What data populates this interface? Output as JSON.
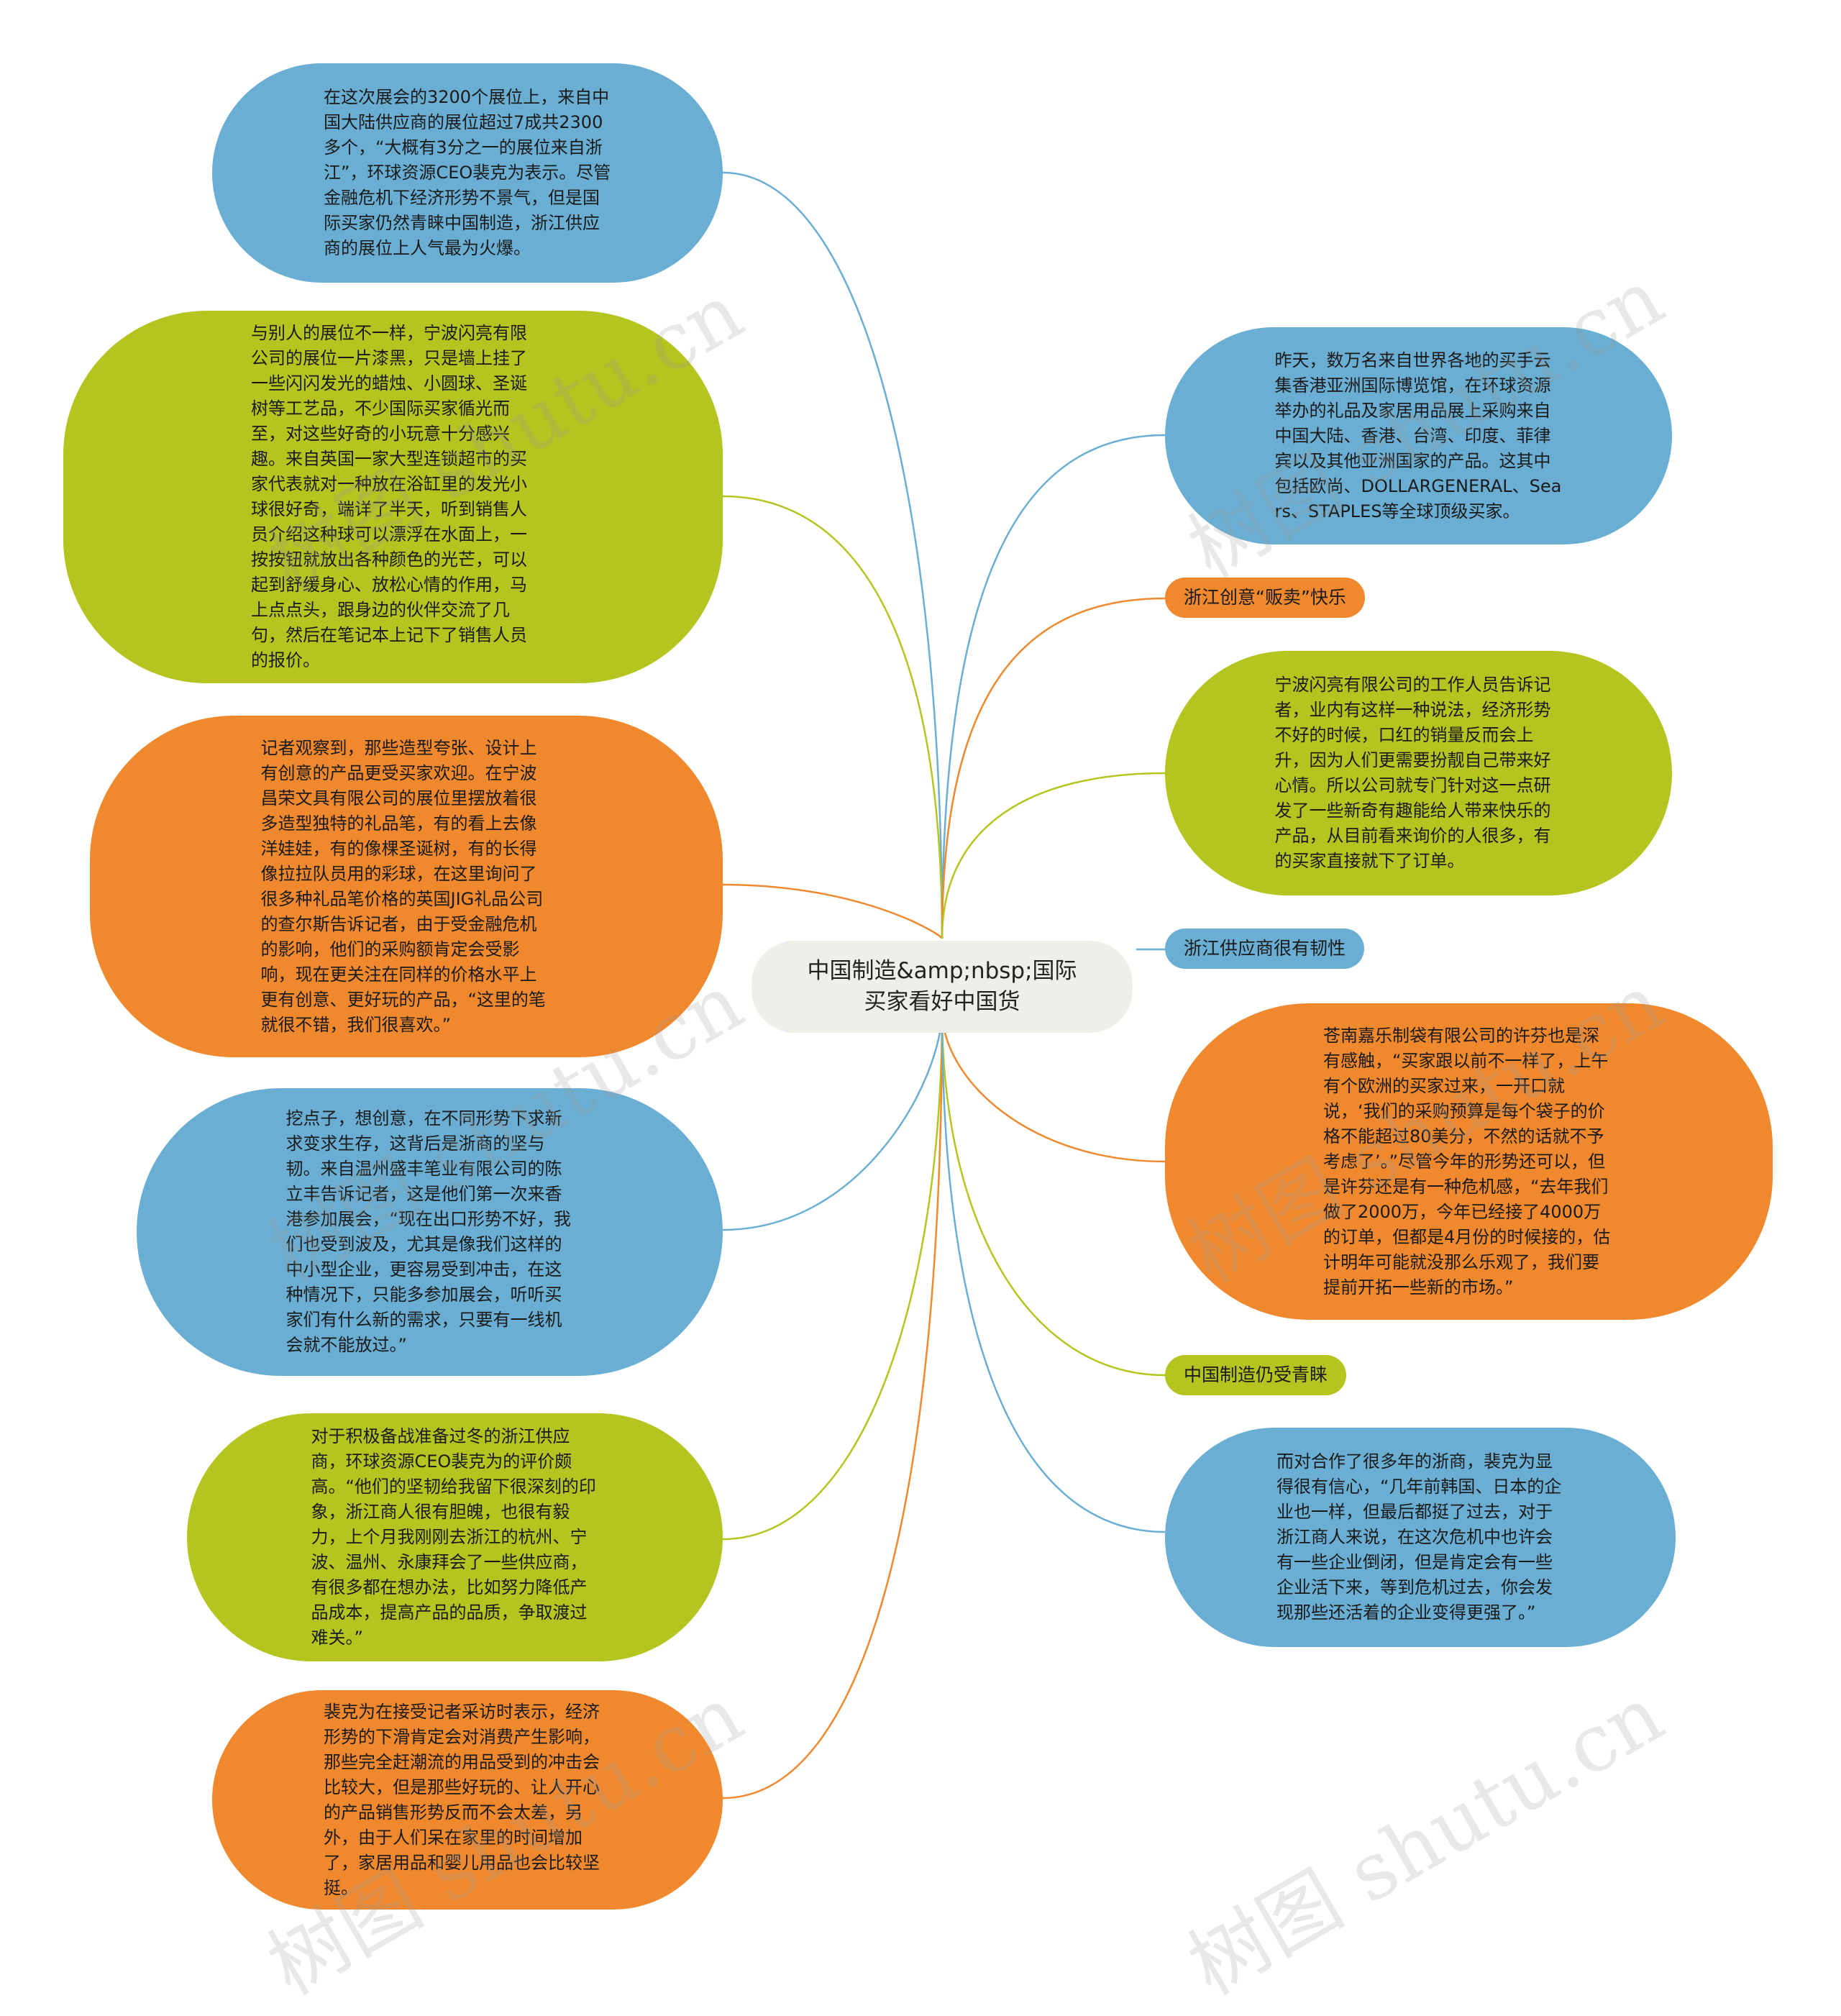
{
  "center": {
    "title": "中国制造&amp;nbsp;国际买家看好中国货"
  },
  "left_nodes": [
    {
      "text": "在这次展会的3200个展位上，来自中国大陆供应商的展位超过7成共2300多个，“大概有3分之一的展位来自浙江”，环球资源CEO裴克为表示。尽管金融危机下经济形势不景气，但是国际买家仍然青睐中国制造，浙江供应商的展位上人气最为火爆。"
    },
    {
      "text": "与别人的展位不一样，宁波闪亮有限公司的展位一片漆黑，只是墙上挂了一些闪闪发光的蜡烛、小圆球、圣诞树等工艺品，不少国际买家循光而至，对这些好奇的小玩意十分感兴趣。来自英国一家大型连锁超市的买家代表就对一种放在浴缸里的发光小球很好奇，端详了半天，听到销售人员介绍这种球可以漂浮在水面上，一按按钮就放出各种颜色的光芒，可以起到舒缓身心、放松心情的作用，马上点点头，跟身边的伙伴交流了几句，然后在笔记本上记下了销售人员的报价。"
    },
    {
      "text": "记者观察到，那些造型夸张、设计上有创意的产品更受买家欢迎。在宁波昌荣文具有限公司的展位里摆放着很多造型独特的礼品笔，有的看上去像洋娃娃，有的像棵圣诞树，有的长得像拉拉队员用的彩球，在这里询问了很多种礼品笔价格的英国JIG礼品公司的查尔斯告诉记者，由于受金融危机的影响，他们的采购额肯定会受影响，现在更关注在同样的价格水平上更有创意、更好玩的产品，“这里的笔就很不错，我们很喜欢。”"
    },
    {
      "text": "挖点子，想创意，在不同形势下求新求变求生存，这背后是浙商的坚与韧。来自温州盛丰笔业有限公司的陈立丰告诉记者，这是他们第一次来香港参加展会，“现在出口形势不好，我们也受到波及，尤其是像我们这样的中小型企业，更容易受到冲击，在这种情况下，只能多参加展会，听听买家们有什么新的需求，只要有一线机会就不能放过。”"
    },
    {
      "text": "对于积极备战准备过冬的浙江供应商，环球资源CEO裴克为的评价颇高。“他们的坚韧给我留下很深刻的印象，浙江商人很有胆魄，也很有毅力，上个月我刚刚去浙江的杭州、宁波、温州、永康拜会了一些供应商，有很多都在想办法，比如努力降低产品成本，提高产品的品质，争取渡过难关。”"
    },
    {
      "text": "裴克为在接受记者采访时表示，经济形势的下滑肯定会对消费产生影响，那些完全赶潮流的用品受到的冲击会比较大，但是那些好玩的、让人开心的产品销售形势反而不会太差，另外，由于人们呆在家里的时间增加了，家居用品和婴儿用品也会比较坚挺。"
    }
  ],
  "right_nodes": [
    {
      "text": "昨天，数万名来自世界各地的买手云集香港亚洲国际博览馆，在环球资源举办的礼品及家居用品展上采购来自中国大陆、香港、台湾、印度、菲律宾以及其他亚洲国家的产品。这其中包括欧尚、DOLLARGENERAL、Sears、STAPLES等全球顶级买家。"
    },
    {
      "text": "宁波闪亮有限公司的工作人员告诉记者，业内有这样一种说法，经济形势不好的时候，口红的销量反而会上升，因为人们更需要扮靓自己带来好心情。所以公司就专门针对这一点研发了一些新奇有趣能给人带来快乐的产品，从目前看来询价的人很多，有的买家直接就下了订单。"
    },
    {
      "text": "苍南嘉乐制袋有限公司的许芬也是深有感触，“买家跟以前不一样了，上午有个欧洲的买家过来，一开口就说，‘我们的采购预算是每个袋子的价格不能超过80美分，不然的话就不予考虑了’。”尽管今年的形势还可以，但是许芬还是有一种危机感，“去年我们做了2000万，今年已经接了4000万的订单，但都是4月份的时候接的，估计明年可能就没那么乐观了，我们要提前开拓一些新的市场。”"
    },
    {
      "text": "而对合作了很多年的浙商，裴克为显得很有信心，“几年前韩国、日本的企业也一样，但最后都挺了过去，对于浙江商人来说，在这次危机中也许会有一些企业倒闭，但是肯定会有一些企业活下来，等到危机过去，你会发现那些还活着的企业变得更强了。”"
    }
  ],
  "tags": [
    {
      "text": "浙江创意“贩卖”快乐"
    },
    {
      "text": "浙江供应商很有韧性"
    },
    {
      "text": "中国制造仍受青睐"
    }
  ],
  "watermark": "树图 shutu.cn",
  "colors": {
    "blue": "#6aafd3",
    "green": "#b5c51f",
    "orange": "#f0892e",
    "center_bg": "#efefe9"
  }
}
